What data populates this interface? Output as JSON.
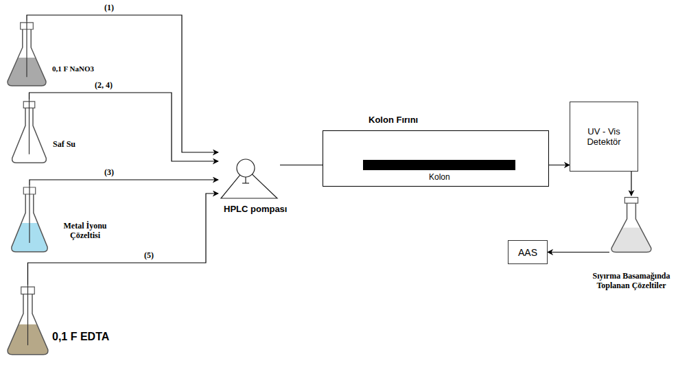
{
  "diagram": {
    "nodes": [
      {
        "text": [
          "0,1 F NaNO3"
        ]
      },
      {
        "text": [
          "Saf Su"
        ]
      },
      {
        "text": [
          "Metal İyonu Çözeltisi"
        ]
      },
      {
        "text": [
          "0,1 F EDTA"
        ]
      },
      {
        "text": [
          "HPLC pompası"
        ]
      },
      {
        "text": [
          "Kolon Fırını"
        ]
      },
      {
        "text": [
          "Kolon"
        ],
        "in": 5
      },
      {
        "text": [
          "UV - Vis Detektör"
        ]
      },
      {
        "text": [
          "Sıyırma Basamağında Toplanan Çözeltiler"
        ]
      },
      {
        "text": [
          "AAS"
        ]
      }
    ],
    "edges": [
      {
        "from": 0,
        "to": 4,
        "label": "(1)",
        "arrow": "to"
      },
      {
        "from": 1,
        "to": 4,
        "label": "(2, 4)",
        "arrow": "to"
      },
      {
        "from": 2,
        "to": 4,
        "label": "(3)",
        "arrow": "to"
      },
      {
        "from": 3,
        "to": 4,
        "label": "(5)",
        "arrow": "to"
      },
      {
        "from": 4,
        "to": 6,
        "arrow": "to"
      },
      {
        "from": 6,
        "to": 7,
        "arrow": "to"
      },
      {
        "from": 7,
        "to": 8,
        "arrow": "to"
      },
      {
        "from": 8,
        "to": 9,
        "arrow": "to"
      }
    ]
  }
}
